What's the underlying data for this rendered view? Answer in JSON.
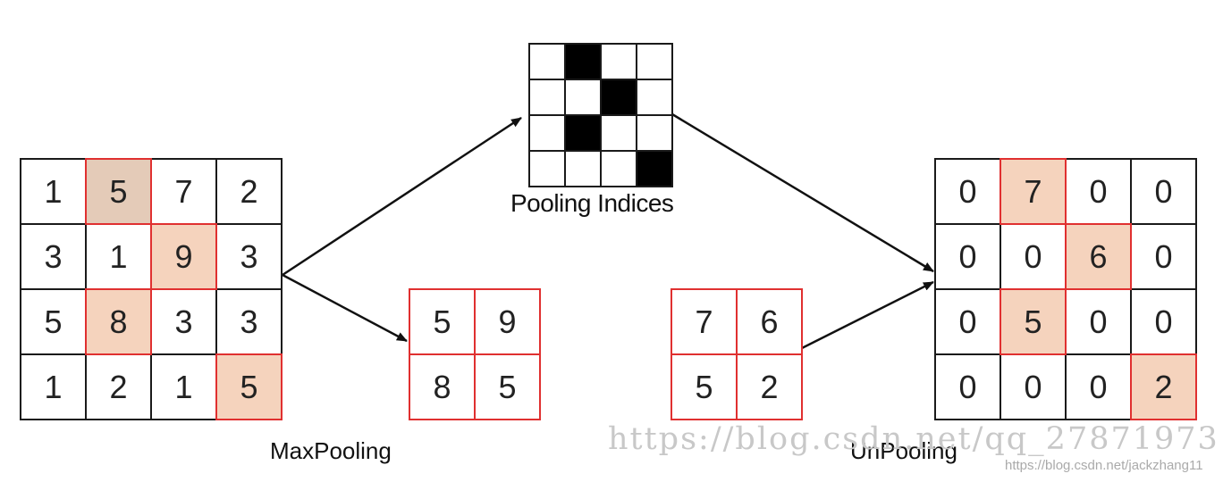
{
  "input_matrix": {
    "values": [
      [
        "1",
        "5",
        "7",
        "2"
      ],
      [
        "3",
        "1",
        "9",
        "3"
      ],
      [
        "5",
        "8",
        "3",
        "3"
      ],
      [
        "1",
        "2",
        "1",
        "5"
      ]
    ],
    "highlighted": [
      [
        0,
        1
      ],
      [
        1,
        2
      ],
      [
        2,
        1
      ],
      [
        3,
        3
      ]
    ]
  },
  "pooled_output": {
    "values": [
      [
        "5",
        "9"
      ],
      [
        "8",
        "5"
      ]
    ]
  },
  "pooling_indices": {
    "label": "Pooling Indices",
    "active": [
      [
        0,
        1
      ],
      [
        1,
        2
      ],
      [
        2,
        1
      ],
      [
        3,
        3
      ]
    ]
  },
  "unpool_input": {
    "values": [
      [
        "7",
        "6"
      ],
      [
        "5",
        "2"
      ]
    ]
  },
  "unpooled_output": {
    "values": [
      [
        "0",
        "7",
        "0",
        "0"
      ],
      [
        "0",
        "0",
        "6",
        "0"
      ],
      [
        "0",
        "5",
        "0",
        "0"
      ],
      [
        "0",
        "0",
        "0",
        "2"
      ]
    ],
    "highlighted": [
      [
        0,
        1
      ],
      [
        1,
        2
      ],
      [
        2,
        1
      ],
      [
        3,
        3
      ]
    ]
  },
  "labels": {
    "maxpooling": "MaxPooling",
    "unpooling": "UnPooling"
  },
  "watermark": {
    "main": "https://blog.csdn.net/qq_27871973",
    "sub": "https://blog.csdn.net/jackzhang11"
  },
  "colors": {
    "highlight_fill": "#f5d3bd",
    "highlight_fill_alt": "#e4cbb8",
    "highlight_border": "#e03030",
    "grid_border": "#1a1a1a",
    "index_active": "#000000",
    "arrow": "#111111"
  }
}
